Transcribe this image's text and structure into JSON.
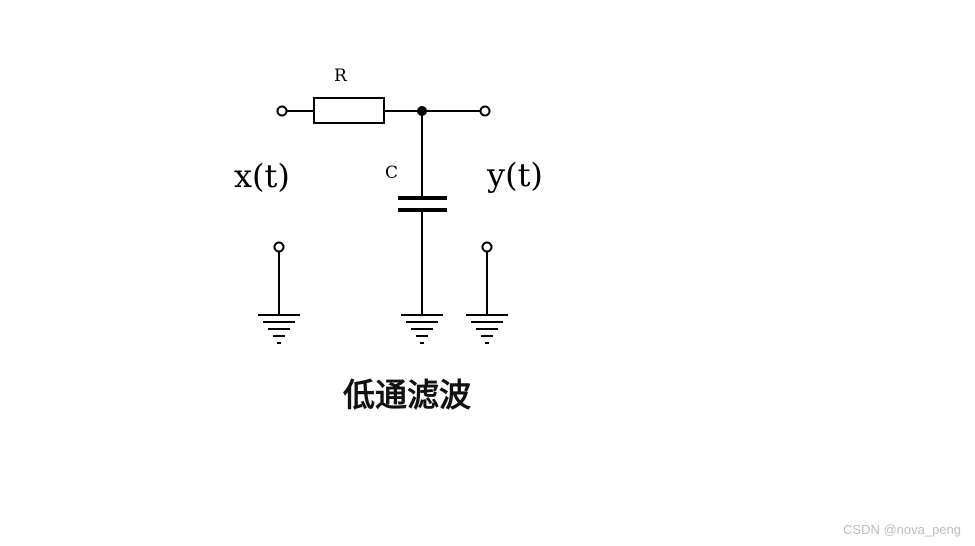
{
  "diagram": {
    "resistor_label": "R",
    "capacitor_label": "C",
    "input_label": "x(t)",
    "output_label": "y(t)",
    "caption": "低通滤波"
  },
  "watermark": "CSDN @nova_peng"
}
